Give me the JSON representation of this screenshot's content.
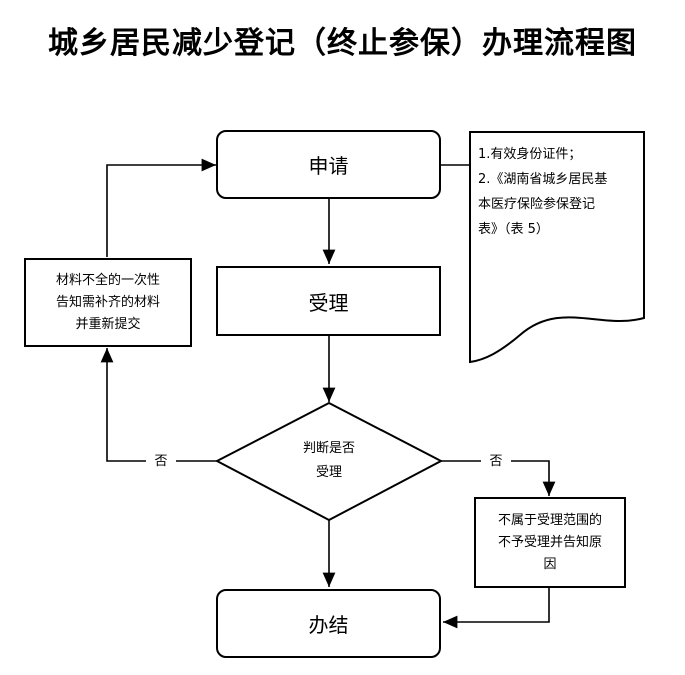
{
  "title": "城乡居民减少登记（终止参保）办理流程图",
  "nodes": {
    "apply": "申请",
    "accept": "受理",
    "decision_line1": "判断是否",
    "decision_line2": "受理",
    "finish": "办结",
    "incomplete": [
      "材料不全的一次性",
      "告知需补齐的材料",
      "并重新提交"
    ],
    "not_in_scope": [
      "不属于受理范围的",
      "不予受理并告知原",
      "因"
    ]
  },
  "edge_labels": {
    "no_left": "否",
    "no_right": "否"
  },
  "document_note": [
    "1.有效身份证件；",
    "2.《湖南省城乡居民基",
    "本医疗保险参保登记",
    "表》（表 5）"
  ]
}
